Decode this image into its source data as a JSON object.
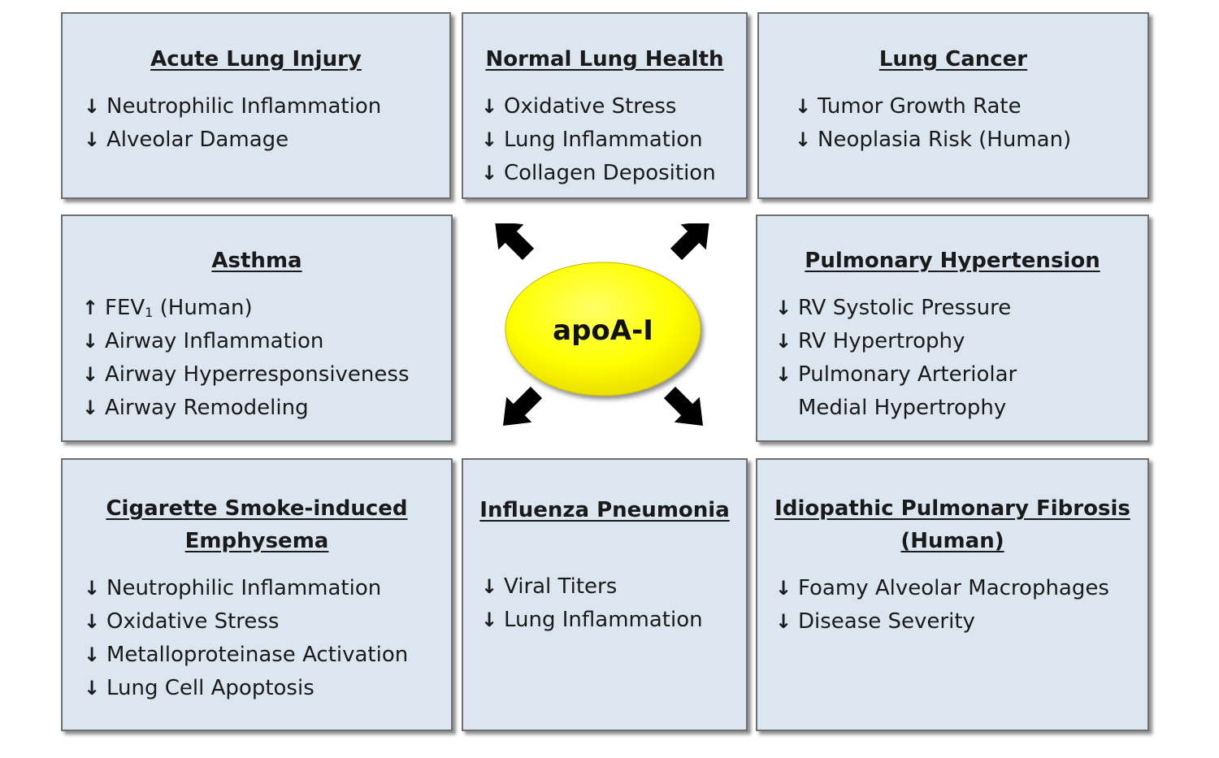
{
  "center": {
    "label": "apoA-I",
    "color": "#ffff00"
  },
  "colors": {
    "box_fill": "#dce6f0",
    "box_border": "#6f6f6f"
  },
  "boxes": {
    "acute": {
      "title": [
        "Acute Lung Injury"
      ],
      "items": [
        {
          "arrow": "↓",
          "text": "Neutrophilic Inflammation"
        },
        {
          "arrow": "↓",
          "text": "Alveolar Damage"
        }
      ]
    },
    "normal": {
      "title": [
        "Normal Lung Health"
      ],
      "items": [
        {
          "arrow": "↓",
          "text": "Oxidative Stress"
        },
        {
          "arrow": "↓",
          "text": "Lung Inflammation"
        },
        {
          "arrow": "↓",
          "text": "Collagen Deposition"
        }
      ]
    },
    "cancer": {
      "title": [
        "Lung Cancer"
      ],
      "items": [
        {
          "arrow": "↓",
          "text": "Tumor Growth Rate"
        },
        {
          "arrow": "↓",
          "text": "Neoplasia Risk (Human)"
        }
      ]
    },
    "asthma": {
      "title": [
        "Asthma"
      ],
      "items": [
        {
          "arrow": "↑",
          "text": "FEV",
          "sub": "1",
          "after": " (Human)"
        },
        {
          "arrow": "↓",
          "text": "Airway Inflammation"
        },
        {
          "arrow": "↓",
          "text": "Airway Hyperresponsiveness"
        },
        {
          "arrow": "↓",
          "text": "Airway Remodeling"
        }
      ]
    },
    "ph": {
      "title": [
        "Pulmonary Hypertension"
      ],
      "items": [
        {
          "arrow": "↓",
          "text": "RV Systolic Pressure"
        },
        {
          "arrow": "↓",
          "text": "RV Hypertrophy"
        },
        {
          "arrow": "↓",
          "text": "Pulmonary Arteriolar"
        },
        {
          "arrow": "",
          "text": "Medial Hypertrophy"
        }
      ]
    },
    "copd": {
      "title": [
        "Cigarette Smoke-induced",
        "Emphysema"
      ],
      "items": [
        {
          "arrow": "↓",
          "text": "Neutrophilic Inflammation"
        },
        {
          "arrow": "↓",
          "text": "Oxidative Stress"
        },
        {
          "arrow": "↓",
          "text": "Metalloproteinase Activation"
        },
        {
          "arrow": "↓",
          "text": "Lung Cell Apoptosis"
        }
      ]
    },
    "flu": {
      "title": [
        "Influenza Pneumonia"
      ],
      "items": [
        {
          "arrow": "↓",
          "text": "Viral Titers"
        },
        {
          "arrow": "↓",
          "text": "Lung Inflammation"
        }
      ]
    },
    "ipf": {
      "title": [
        "Idiopathic Pulmonary Fibrosis",
        "(Human)"
      ],
      "items": [
        {
          "arrow": "↓",
          "text": "Foamy Alveolar Macrophages"
        },
        {
          "arrow": "↓",
          "text": "Disease Severity"
        }
      ]
    }
  }
}
